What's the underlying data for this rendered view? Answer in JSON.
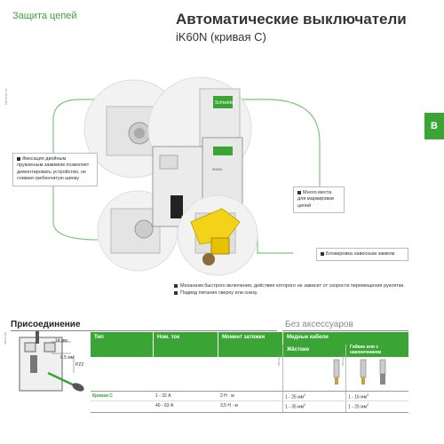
{
  "header": {
    "section": "Защита цепей",
    "title": "Автоматические выключатели",
    "subtitle": "iK60N (кривая С)"
  },
  "side_tab": "B",
  "callouts": {
    "fixation": "Фиксация двойным пружинным зажимом позволяет демонтировать устройство, не снимая гребенчатую шинку",
    "marking": "Много места для маркировки цепей",
    "padlock": "Блокировка навесным замком"
  },
  "product": {
    "brand": "Schneider",
    "model": "iK60N"
  },
  "features": [
    "Механизм быстрого включения, действие которого не зависит от скорости перемещения рукоятки.",
    "Подвод питания сверху или снизу."
  ],
  "connection": {
    "heading": "Присоединение",
    "accessories_heading": "Без аксессуаров",
    "dims": {
      "strip": "14 мм",
      "screw": "6.5 мм",
      "driver": "PZ2"
    }
  },
  "table": {
    "headers": {
      "type": "Тип",
      "current": "Ном. ток",
      "torque": "Момент затяжки",
      "copper": "Медные кабели",
      "rigid": "Жёсткие",
      "flexible": "Гибкие или с наконечником"
    },
    "rows": [
      {
        "type": "Кривая С",
        "current": "1 - 32 А",
        "torque": "2 Н · м",
        "rigid": "1 - 25 мм",
        "flexible": "1 - 16 мм"
      },
      {
        "type": "",
        "current": "40 - 63 А",
        "torque": "3,5 Н · м",
        "rigid": "1 - 35 мм",
        "flexible": "1 - 25 мм"
      }
    ],
    "unit_sup": "2"
  },
  "colors": {
    "accent": "#3aa535",
    "text": "#333333"
  }
}
